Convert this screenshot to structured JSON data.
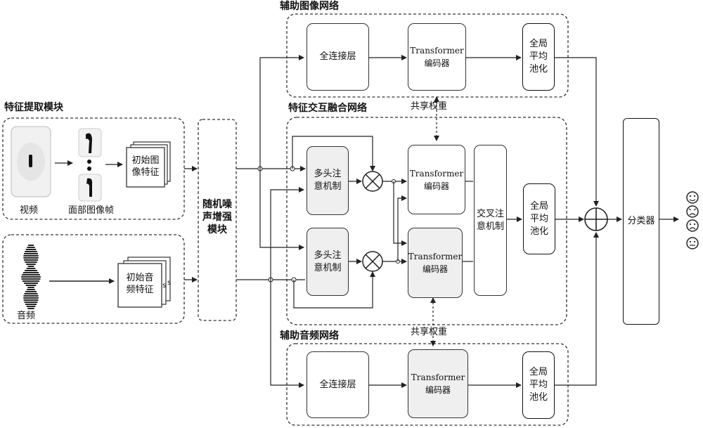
{
  "groups": {
    "aux_image": "辅助图像网络",
    "feature_extract": "特征提取模块",
    "fusion": "特征交互融合网络",
    "aux_audio": "辅助音频网络"
  },
  "feature_extract": {
    "video_label": "视频",
    "face_frames_label": "面部图像帧",
    "image_feature_l1": "初始图",
    "image_feature_l2": "像特征",
    "audio_label": "音频",
    "audio_feature_l1": "初始音",
    "audio_feature_l2": "频特征",
    "stack_mark_1": "s",
    "stack_mark_2": "s"
  },
  "noise_module": {
    "l1": "随机噪",
    "l2": "声增强",
    "l3": "模块"
  },
  "aux_image": {
    "fc": "全连接层",
    "tf_l1": "Transformer",
    "tf_l2": "编码器",
    "pool_l1": "全局",
    "pool_l2": "平均",
    "pool_l3": "池化"
  },
  "fusion": {
    "mha_top_l1": "多头注",
    "mha_top_l2": "意机制",
    "mha_bot_l1": "多头注",
    "mha_bot_l2": "意机制",
    "tf_top_l1": "Transformer",
    "tf_top_l2": "编码器",
    "tf_bot_l1": "Transformer",
    "tf_bot_l2": "编码器",
    "cross_l1": "交叉注",
    "cross_l2": "意机制",
    "pool_l1": "全局",
    "pool_l2": "平均",
    "pool_l3": "池化"
  },
  "shared_weight_top": "共享权重",
  "shared_weight_bottom": "共享权重",
  "aux_audio": {
    "fc": "全连接层",
    "tf_l1": "Transformer",
    "tf_l2": "编码器",
    "pool_l1": "全局",
    "pool_l2": "平均",
    "pool_l3": "池化"
  },
  "classifier": "分类器",
  "outputs": [
    "happy-face-icon",
    "angry-face-icon",
    "sad-face-icon",
    "neutral-face-icon"
  ]
}
